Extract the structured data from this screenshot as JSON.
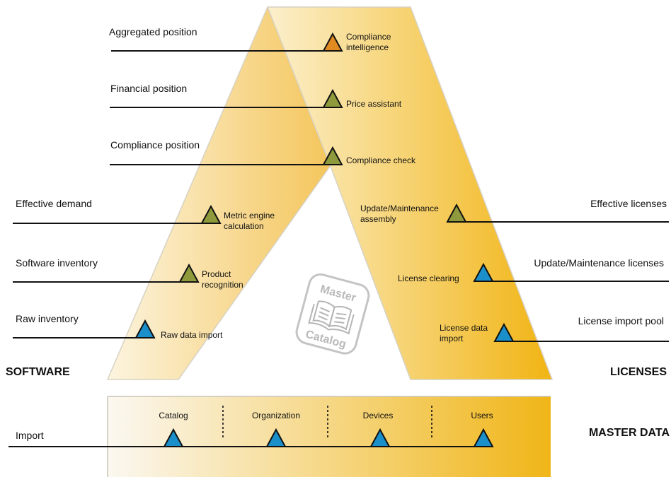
{
  "sides": {
    "software": "SOFTWARE",
    "licenses": "LICENSES",
    "master_data": "MASTER DATA"
  },
  "levels": {
    "aggregated": "Aggregated position",
    "financial": "Financial position",
    "compliance": "Compliance position",
    "effective_demand": "Effective demand",
    "software_inventory": "Software inventory",
    "raw_inventory": "Raw inventory",
    "effective_licenses": "Effective licenses",
    "update_maintenance_licenses": "Update/Maintenance licenses",
    "license_import_pool": "License import pool",
    "import": "Import"
  },
  "steps": {
    "compliance_intelligence": "Compliance\nintelligence",
    "price_assistant": "Price assistant",
    "compliance_check": "Compliance check",
    "metric_engine": "Metric engine\ncalculation",
    "product_recognition": "Product\nrecognition",
    "raw_data_import": "Raw data import",
    "update_maintenance_assembly": "Update/Maintenance\nassembly",
    "license_clearing": "License clearing",
    "license_data_import": "License data\nimport"
  },
  "master_data_items": [
    "Catalog",
    "Organization",
    "Devices",
    "Users"
  ],
  "watermark": {
    "top": "Master",
    "bottom": "Catalog",
    "icon": "open-book-icon"
  },
  "colors": {
    "orange_marker": "#e08a20",
    "olive_marker": "#8f9a3c",
    "blue_marker": "#1a8fc9",
    "gold_light": "#fbeec8",
    "gold_dark": "#f2b614"
  }
}
